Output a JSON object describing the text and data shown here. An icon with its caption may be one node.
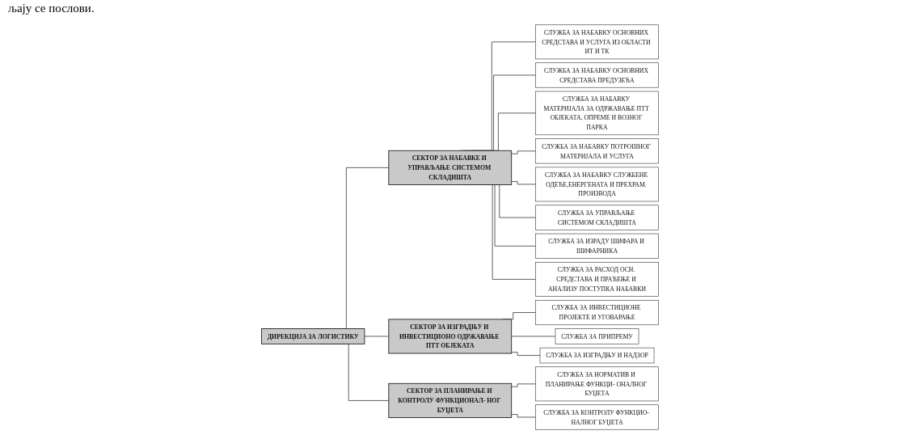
{
  "diagram": {
    "nodes": [
      {
        "text": [
          "ДИРЕКЦИЈА ЗА ЛОГИСТИКУ"
        ]
      },
      {
        "text": [
          "СЕКТОР ЗА НАБАВКЕ И УПРАВЉАЊЕ СИСТЕМОМ СКЛАДИШТА"
        ]
      },
      {
        "text": [
          "СЕКТОР ЗА ИЗГРАДЊУ И ИНВЕСТИЦИОНО ОДРЖАВАЊЕ ПТТ ОБЈЕКАТА"
        ]
      },
      {
        "text": [
          "СЕКТОР ЗА ПЛАНИРАЊЕ И КОНТРОЛУ ФУНКЦИОНАЛ- НОГ БУЏЕТА"
        ]
      },
      {
        "text": [
          "СЛУЖБА ЗА НАБАВКУ ОСНОВНИХ СРЕДСТАВА И УСЛУГА ИЗ ОБЛАСТИ ИТ И ТК"
        ]
      },
      {
        "text": [
          "СЛУЖБА ЗА НАБАВКУ ОСНОВНИХ СРЕДСТАВА ПРЕДУЗЕЋА"
        ]
      },
      {
        "text": [
          "СЛУЖБА ЗА НАБАВКУ МАТЕРИЈАЛА ЗА ОДРЖАВАЊЕ ПТТ ОБЈЕКАТА, ОПРЕМЕ И ВОЗНОГ ПАРКА"
        ]
      },
      {
        "text": [
          "СЛУЖБА ЗА НАБАВКУ ПОТРОШНОГ МАТЕРИЈАЛА И УСЛУГА"
        ]
      },
      {
        "text": [
          "СЛУЖБА ЗА НАБАВКУ СЛУЖБЕНЕ ОДЕЋЕ,ЕНЕРГЕНАТА И ПРЕХРАМ. ПРОИЗВОДА"
        ]
      },
      {
        "text": [
          "СЛУЖБА ЗА УПРАВЉАЊЕ СИСТЕМОМ СКЛАДИШТА"
        ]
      },
      {
        "text": [
          "СЛУЖБА ЗА ИЗРАДУ ШИФАРА И ШИФАРНИКА"
        ]
      },
      {
        "text": [
          "СЛУЖБА ЗА РАСХОД ОСН. СРЕДСТАВА И ПРАЋЕЊЕ И АНАЛИЗУ ПОСТУПКА НАБАВКИ"
        ]
      },
      {
        "text": [
          "СЛУЖБА ЗА ИНВЕСТИЦИОНЕ ПРОЈЕКТЕ И УГОВАРАЊЕ"
        ]
      },
      {
        "text": [
          "СЛУЖБА ЗА ПРИПРЕМУ"
        ]
      },
      {
        "text": [
          "СЛУЖБА ЗА ИЗГРАДЊУ И НАДЗОР"
        ]
      },
      {
        "text": [
          "СЛУЖБА ЗА НОРМАТИВ И ПЛАНИРАЊЕ ФУНКЦИ- ОНАЛНОГ БУЏЕТА"
        ]
      },
      {
        "text": [
          "СЛУЖБА ЗА КОНТРОЛУ ФУНКЦИО- НАЛНОГ БУЏЕТА"
        ]
      }
    ],
    "edges": [
      {
        "from": 0,
        "to": 1,
        "arrow": "none"
      },
      {
        "from": 0,
        "to": 2,
        "arrow": "none"
      },
      {
        "from": 0,
        "to": 3,
        "arrow": "none"
      },
      {
        "from": 1,
        "to": 4,
        "arrow": "none"
      },
      {
        "from": 1,
        "to": 5,
        "arrow": "none"
      },
      {
        "from": 1,
        "to": 6,
        "arrow": "none"
      },
      {
        "from": 1,
        "to": 7,
        "arrow": "none"
      },
      {
        "from": 1,
        "to": 8,
        "arrow": "none"
      },
      {
        "from": 1,
        "to": 9,
        "arrow": "none"
      },
      {
        "from": 1,
        "to": 10,
        "arrow": "none"
      },
      {
        "from": 1,
        "to": 11,
        "arrow": "none"
      },
      {
        "from": 2,
        "to": 12,
        "arrow": "none"
      },
      {
        "from": 2,
        "to": 13,
        "arrow": "none"
      },
      {
        "from": 2,
        "to": 14,
        "arrow": "none"
      },
      {
        "from": 3,
        "to": 15,
        "arrow": "none"
      },
      {
        "from": 3,
        "to": 16,
        "arrow": "none"
      }
    ],
    "labels": [
      "љају се послови."
    ]
  }
}
